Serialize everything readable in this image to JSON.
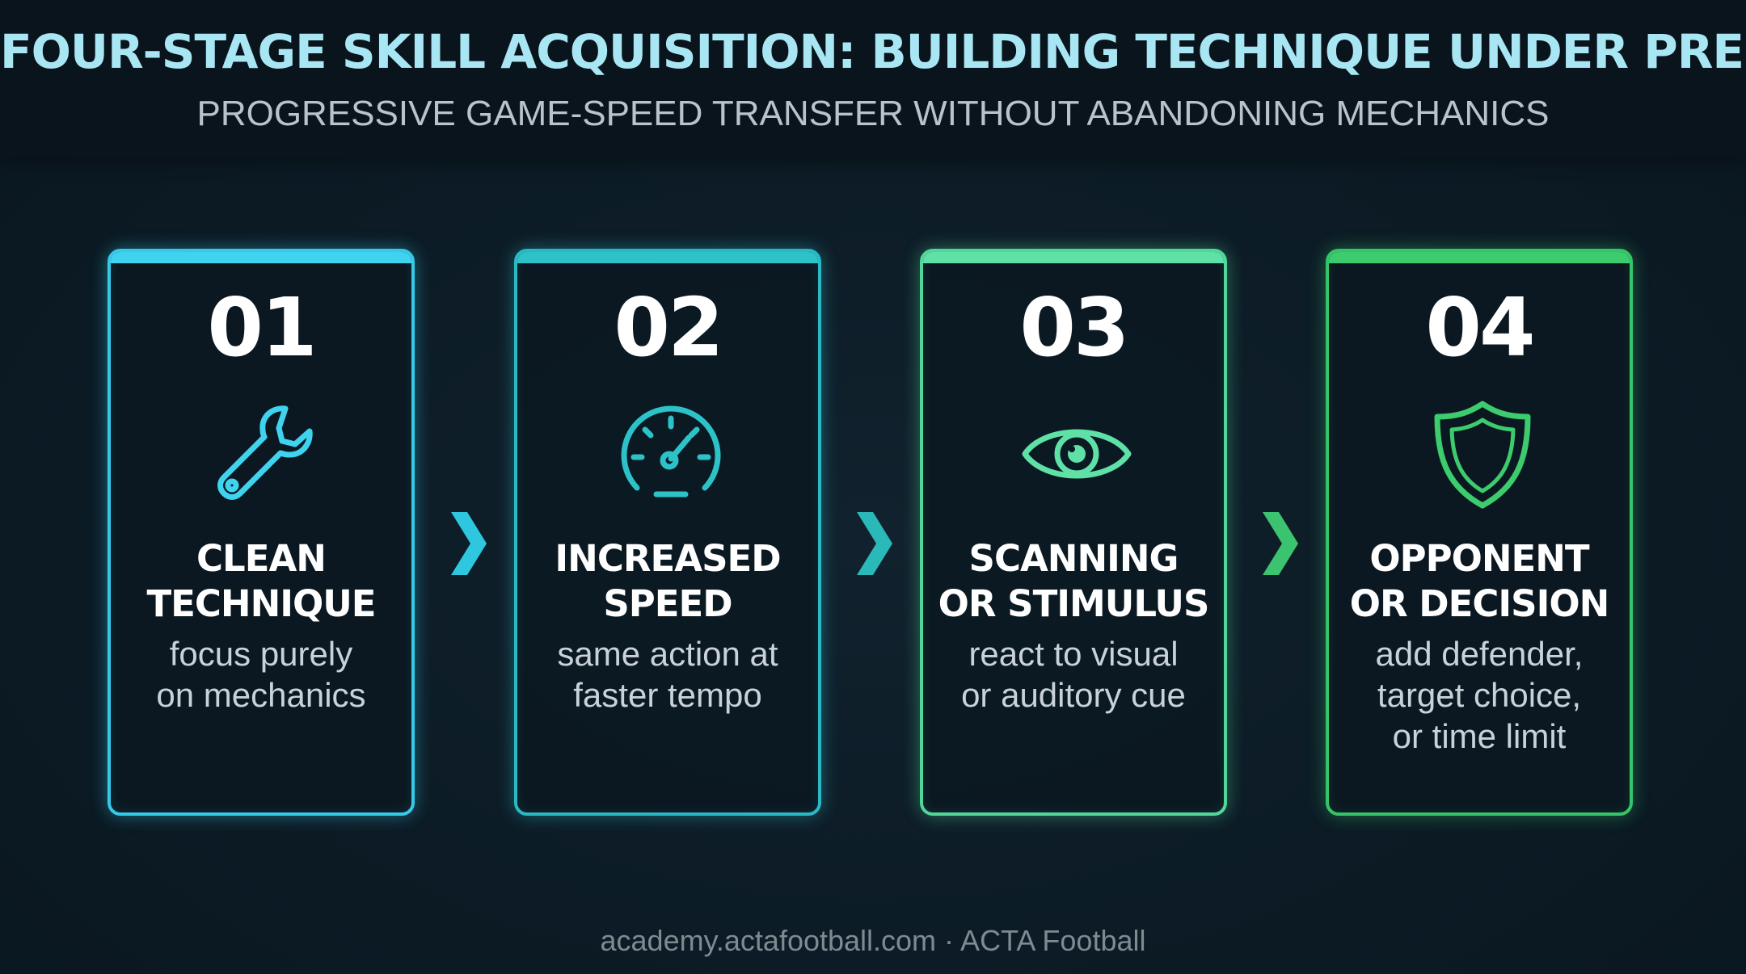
{
  "header": {
    "title": "FOUR-STAGE SKILL ACQUISITION: BUILDING TECHNIQUE UNDER PRESSURE",
    "subtitle": "PROGRESSIVE GAME-SPEED TRANSFER WITHOUT ABANDONING MECHANICS"
  },
  "stages": [
    {
      "number": "01",
      "icon": "wrench-icon",
      "color": "#36c9e8",
      "title_lines": [
        "CLEAN",
        "TECHNIQUE"
      ],
      "desc_lines": [
        "focus purely",
        "on mechanics"
      ]
    },
    {
      "number": "02",
      "icon": "speedometer-icon",
      "color": "#2ab9c4",
      "title_lines": [
        "INCREASED",
        "SPEED"
      ],
      "desc_lines": [
        "same action at",
        "faster tempo"
      ]
    },
    {
      "number": "03",
      "icon": "eye-icon",
      "color": "#52d69a",
      "title_lines": [
        "SCANNING",
        "OR STIMULUS"
      ],
      "desc_lines": [
        "react to visual",
        "or auditory cue"
      ]
    },
    {
      "number": "04",
      "icon": "shield-icon",
      "color": "#36c46a",
      "title_lines": [
        "OPPONENT",
        "OR DECISION"
      ],
      "desc_lines": [
        "add defender,",
        "target choice,",
        "or time limit"
      ]
    }
  ],
  "arrows": [
    {
      "icon": "chevron-right-icon",
      "color": "#2fc6e0"
    },
    {
      "icon": "chevron-right-icon",
      "color": "#2ab9b8"
    },
    {
      "icon": "chevron-right-icon",
      "color": "#3cc36f"
    }
  ],
  "footer": {
    "text": "academy.actafootball.com · ACTA Football"
  }
}
